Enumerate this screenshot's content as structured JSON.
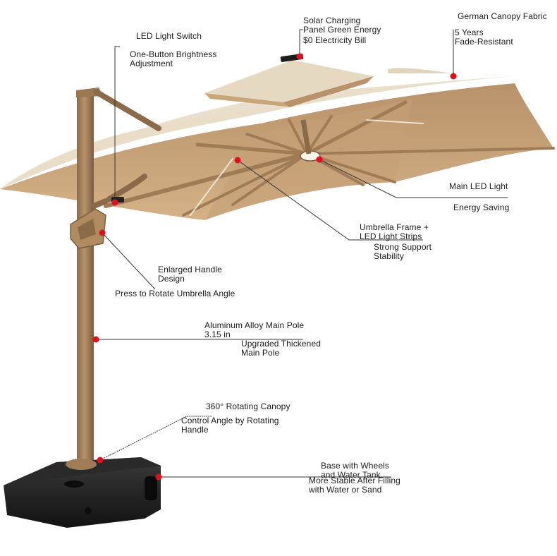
{
  "callouts": {
    "led_switch": {
      "title": "LED Light Switch",
      "detail": "One-Button Brightness\nAdjustment"
    },
    "solar": {
      "title": "Solar Charging\nPanel Green Energy",
      "detail": "$0 Electricity Bill"
    },
    "canopy_fabric": {
      "title": "German Canopy Fabric",
      "detail": "5 Years\nFade-Resistant"
    },
    "main_led": {
      "title": "Main LED Light",
      "detail": "Energy Saving"
    },
    "frame": {
      "title": "Umbrella Frame +\nLED Light Strips",
      "detail": "Strong Support\nStability"
    },
    "handle": {
      "title": "Enlarged Handle\nDesign",
      "detail": "Press to Rotate Umbrella Angle"
    },
    "pole": {
      "title": "Aluminum Alloy Main Pole\n3.15 in",
      "detail": "Upgraded Thickened\nMain Pole"
    },
    "rotating": {
      "title": "360° Rotating Canopy",
      "detail": "Control Angle by Rotating\nHandle"
    },
    "base": {
      "title": "Base with Wheels\nand Water Tank",
      "detail": "More Stable After Filling\nwith Water or Sand"
    }
  },
  "colors": {
    "canopy_top": "#e9ddc8",
    "canopy_under": "#c9a67a",
    "frame": "#a07c56",
    "base": "#1c1c1c",
    "marker": "#e0101e",
    "leader": "#333333"
  }
}
